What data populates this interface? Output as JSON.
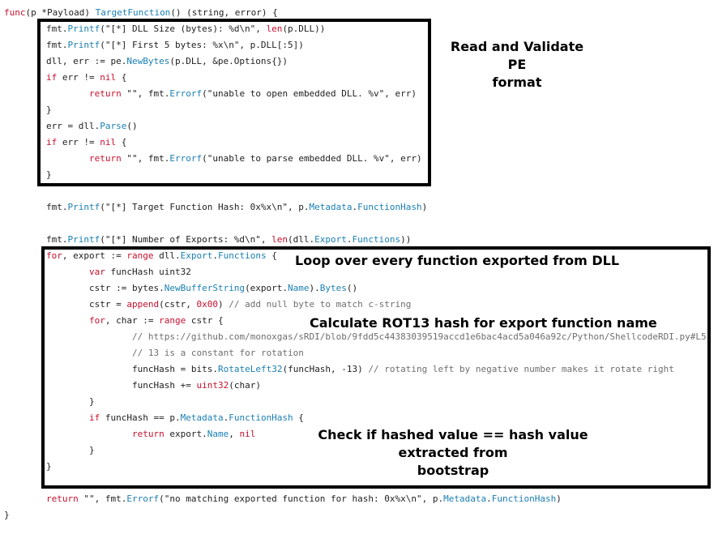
{
  "code_lines": [
    {
      "indent": 0,
      "tokens": [
        [
          "kw",
          "func"
        ],
        [
          "",
          "(p *Payload) "
        ],
        [
          "fn",
          "TargetFunction"
        ],
        [
          "",
          "() (string, error) {"
        ]
      ]
    },
    {
      "indent": 1,
      "tokens": [
        [
          "",
          "fmt."
        ],
        [
          "fn",
          "Printf"
        ],
        [
          "",
          "(\"[*] DLL Size (bytes): %d\\n\", "
        ],
        [
          "kw",
          "len"
        ],
        [
          "",
          "(p.DLL))"
        ]
      ]
    },
    {
      "indent": 1,
      "tokens": [
        [
          "",
          "fmt."
        ],
        [
          "fn",
          "Printf"
        ],
        [
          "",
          "(\"[*] First 5 bytes: %x\\n\", p.DLL[:5])"
        ]
      ]
    },
    {
      "indent": 1,
      "tokens": [
        [
          "",
          "dll, err := pe."
        ],
        [
          "fn",
          "NewBytes"
        ],
        [
          "",
          "(p.DLL, &pe.Options{})"
        ]
      ]
    },
    {
      "indent": 1,
      "tokens": [
        [
          "kw",
          "if"
        ],
        [
          "",
          " err != "
        ],
        [
          "kw",
          "nil"
        ],
        [
          "",
          " {"
        ]
      ]
    },
    {
      "indent": 2,
      "tokens": [
        [
          "kw",
          "return"
        ],
        [
          "",
          " \"\", fmt."
        ],
        [
          "fn",
          "Errorf"
        ],
        [
          "",
          "(\"unable to open embedded DLL. %v\", err)"
        ]
      ]
    },
    {
      "indent": 1,
      "tokens": [
        [
          "",
          "}"
        ]
      ]
    },
    {
      "indent": 1,
      "tokens": [
        [
          "",
          "err = dll."
        ],
        [
          "fn",
          "Parse"
        ],
        [
          "",
          "()"
        ]
      ]
    },
    {
      "indent": 1,
      "tokens": [
        [
          "kw",
          "if"
        ],
        [
          "",
          " err != "
        ],
        [
          "kw",
          "nil"
        ],
        [
          "",
          " {"
        ]
      ]
    },
    {
      "indent": 2,
      "tokens": [
        [
          "kw",
          "return"
        ],
        [
          "",
          " \"\", fmt."
        ],
        [
          "fn",
          "Errorf"
        ],
        [
          "",
          "(\"unable to parse embedded DLL. %v\", err)"
        ]
      ]
    },
    {
      "indent": 1,
      "tokens": [
        [
          "",
          "}"
        ]
      ]
    },
    {
      "indent": 1,
      "tokens": []
    },
    {
      "indent": 1,
      "tokens": [
        [
          "",
          "fmt."
        ],
        [
          "fn",
          "Printf"
        ],
        [
          "",
          "(\"[*] Target Function Hash: 0x%x\\n\", p."
        ],
        [
          "fn",
          "Metadata"
        ],
        [
          "",
          "."
        ],
        [
          "fn",
          "FunctionHash"
        ],
        [
          "",
          ")"
        ]
      ]
    },
    {
      "indent": 1,
      "tokens": []
    },
    {
      "indent": 1,
      "tokens": [
        [
          "",
          "fmt."
        ],
        [
          "fn",
          "Printf"
        ],
        [
          "",
          "(\"[*] Number of Exports: %d\\n\", "
        ],
        [
          "kw",
          "len"
        ],
        [
          "",
          "(dll."
        ],
        [
          "fn",
          "Export"
        ],
        [
          "",
          "."
        ],
        [
          "fn",
          "Functions"
        ],
        [
          "",
          "))"
        ]
      ]
    },
    {
      "indent": 1,
      "tokens": [
        [
          "kw",
          "for"
        ],
        [
          "",
          ", export := "
        ],
        [
          "kw",
          "range"
        ],
        [
          "",
          " dll."
        ],
        [
          "fn",
          "Export"
        ],
        [
          "",
          "."
        ],
        [
          "fn",
          "Functions"
        ],
        [
          "",
          " {"
        ]
      ]
    },
    {
      "indent": 2,
      "tokens": [
        [
          "kw",
          "var"
        ],
        [
          "",
          " funcHash uint32"
        ]
      ]
    },
    {
      "indent": 2,
      "tokens": [
        [
          "",
          "cstr := bytes."
        ],
        [
          "fn",
          "NewBufferString"
        ],
        [
          "",
          "(export."
        ],
        [
          "fn",
          "Name"
        ],
        [
          "",
          ")."
        ],
        [
          "fn",
          "Bytes"
        ],
        [
          "",
          "()"
        ]
      ]
    },
    {
      "indent": 2,
      "tokens": [
        [
          "",
          "cstr = "
        ],
        [
          "kw",
          "append"
        ],
        [
          "",
          "(cstr, "
        ],
        [
          "kw",
          "0x00"
        ],
        [
          "",
          ") "
        ],
        [
          "cm",
          "// add null byte to match c-string"
        ]
      ]
    },
    {
      "indent": 2,
      "tokens": [
        [
          "kw",
          "for"
        ],
        [
          "",
          ", char := "
        ],
        [
          "kw",
          "range"
        ],
        [
          "",
          " cstr {"
        ]
      ]
    },
    {
      "indent": 3,
      "tokens": [
        [
          "cm",
          "// https://github.com/monoxgas/sRDI/blob/9fdd5c44383039519accd1e6bac4acd5a046a92c/Python/ShellcodeRDI.py#L5"
        ]
      ]
    },
    {
      "indent": 3,
      "tokens": [
        [
          "cm",
          "// 13 is a constant for rotation"
        ]
      ]
    },
    {
      "indent": 3,
      "tokens": [
        [
          "",
          "funcHash = bits."
        ],
        [
          "fn",
          "RotateLeft32"
        ],
        [
          "",
          "(funcHash, -13) "
        ],
        [
          "cm",
          "// rotating left by negative number makes it rotate right"
        ]
      ]
    },
    {
      "indent": 3,
      "tokens": [
        [
          "",
          "funcHash += "
        ],
        [
          "kw",
          "uint32"
        ],
        [
          "",
          "(char)"
        ]
      ]
    },
    {
      "indent": 2,
      "tokens": [
        [
          "",
          "}"
        ]
      ]
    },
    {
      "indent": 2,
      "tokens": [
        [
          "kw",
          "if"
        ],
        [
          "",
          " funcHash == p."
        ],
        [
          "fn",
          "Metadata"
        ],
        [
          "",
          "."
        ],
        [
          "fn",
          "FunctionHash"
        ],
        [
          "",
          " {"
        ]
      ]
    },
    {
      "indent": 3,
      "tokens": [
        [
          "kw",
          "return"
        ],
        [
          "",
          " export."
        ],
        [
          "fn",
          "Name"
        ],
        [
          "",
          ", "
        ],
        [
          "kw",
          "nil"
        ]
      ]
    },
    {
      "indent": 2,
      "tokens": [
        [
          "",
          "}"
        ]
      ]
    },
    {
      "indent": 1,
      "tokens": [
        [
          "",
          "}"
        ]
      ]
    },
    {
      "indent": 1,
      "tokens": []
    },
    {
      "indent": 1,
      "tokens": [
        [
          "kw",
          "return"
        ],
        [
          "",
          " \"\", fmt."
        ],
        [
          "fn",
          "Errorf"
        ],
        [
          "",
          "(\"no matching exported function for hash: 0x%x\\n\", p."
        ],
        [
          "fn",
          "Metadata"
        ],
        [
          "",
          "."
        ],
        [
          "fn",
          "FunctionHash"
        ],
        [
          "",
          ")"
        ]
      ]
    },
    {
      "indent": 0,
      "tokens": [
        [
          "",
          "}"
        ]
      ]
    }
  ],
  "annotations": {
    "pe_format": "Read and Validate PE\nformat",
    "loop_exports": "Loop over every function exported from DLL",
    "rot13": "Calculate ROT13 hash for export function name",
    "check_hash": "Check if hashed value == hash value extracted from\nbootstrap"
  }
}
